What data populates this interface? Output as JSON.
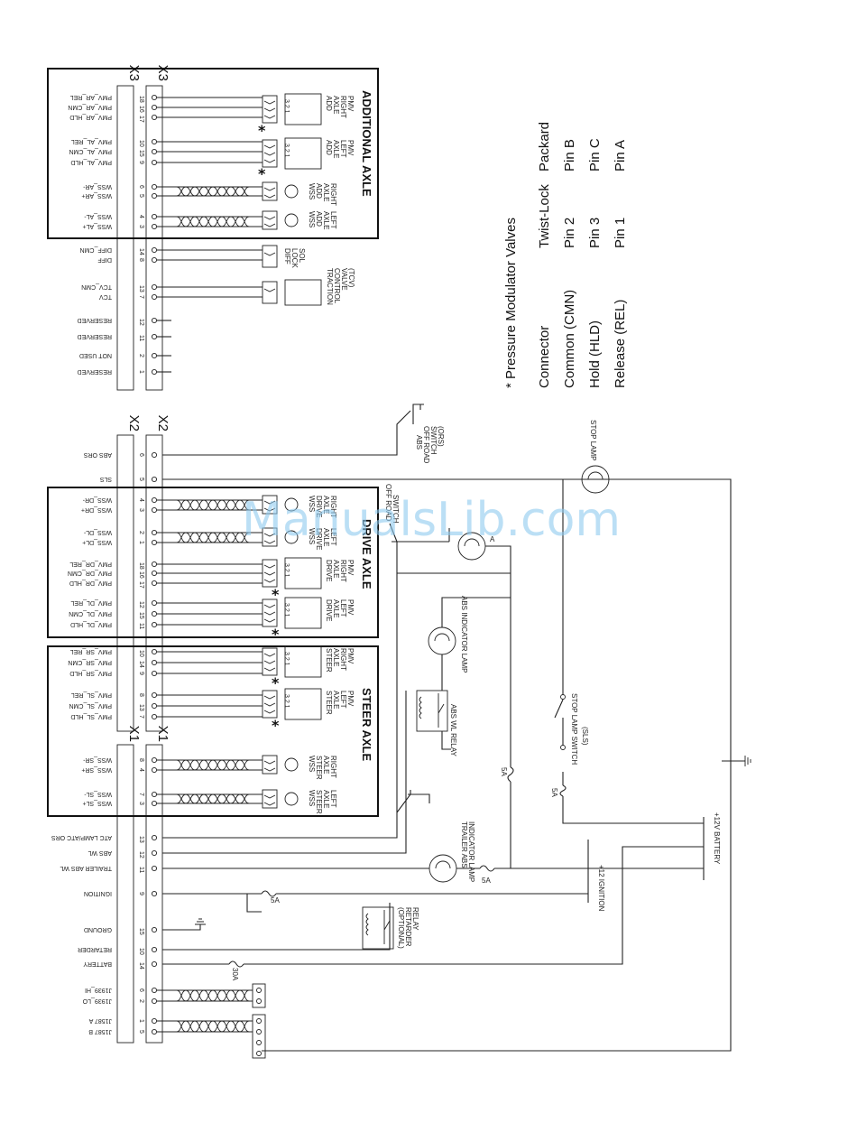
{
  "connectors": {
    "x1": "X1",
    "x2": "X2",
    "x3": "X3"
  },
  "groups": {
    "additional_axle": "ADDITIONAL AXLE",
    "drive_axle": "DRIVE AXLE",
    "steer_axle": "STEER AXLE"
  },
  "legend": {
    "title": "* Pressure Modulator Valves",
    "headers": [
      "Connector",
      "Twist-Lock",
      "Packard"
    ],
    "rows": [
      [
        "Common (CMN)",
        "Pin 2",
        "Pin B"
      ],
      [
        "Hold (HLD)",
        "Pin 3",
        "Pin C"
      ],
      [
        "Release (REL)",
        "Pin 1",
        "Pin A"
      ]
    ]
  },
  "signals": [
    {
      "label": "PMV_AR_REL",
      "pins": "18"
    },
    {
      "label": "PMV_AR_CMN",
      "pins": "16"
    },
    {
      "label": "PMV_AR_HLD",
      "pins": "17"
    },
    {
      "label": "PMV_AL_REL",
      "pins": "10"
    },
    {
      "label": "PMV_AL_CMN",
      "pins": "15"
    },
    {
      "label": "PMV_AL_HLD",
      "pins": "9"
    },
    {
      "label": "WSS_AR-",
      "pins": "6"
    },
    {
      "label": "WSS_AR+",
      "pins": "5"
    },
    {
      "label": "WSS_AL-",
      "pins": "4"
    },
    {
      "label": "WSS_AL+",
      "pins": "3"
    },
    {
      "label": "DIFF_CMN",
      "pins": "14"
    },
    {
      "label": "DIFF",
      "pins": "8"
    },
    {
      "label": "TCV_CMN",
      "pins": "13"
    },
    {
      "label": "TCV",
      "pins": "7"
    },
    {
      "label": "RESERVED",
      "pins": "12"
    },
    {
      "label": "RESERVED",
      "pins": "11"
    },
    {
      "label": "NOT USED",
      "pins": "2"
    },
    {
      "label": "RESERVED",
      "pins": "1"
    },
    {
      "label": "ABS ORS",
      "pins": "6"
    },
    {
      "label": "SLS",
      "pins": "5"
    },
    {
      "label": "WSS_DR-",
      "pins": "4"
    },
    {
      "label": "WSS_DR+",
      "pins": "3"
    },
    {
      "label": "WSS_DL-",
      "pins": "2"
    },
    {
      "label": "WSS_DL+",
      "pins": "1"
    },
    {
      "label": "PMV_DR_REL",
      "pins": "18"
    },
    {
      "label": "PMV_DR_CMN",
      "pins": "16"
    },
    {
      "label": "PMV_DR_HLD",
      "pins": "17"
    },
    {
      "label": "PMV_DL_REL",
      "pins": "12"
    },
    {
      "label": "PMV_DL_CMN",
      "pins": "15"
    },
    {
      "label": "PMV_DL_HLD",
      "pins": "11"
    },
    {
      "label": "PMV_SR_REL",
      "pins": "10"
    },
    {
      "label": "PMV_SR_CMN",
      "pins": "14"
    },
    {
      "label": "PMV_SR_HLD",
      "pins": "9"
    },
    {
      "label": "PMV_SL_REL",
      "pins": "8"
    },
    {
      "label": "PMV_SL_CMN",
      "pins": "13"
    },
    {
      "label": "PMV_SL_HLD",
      "pins": "7"
    },
    {
      "label": "WSS_SR-",
      "pins": "8"
    },
    {
      "label": "WSS_SR+",
      "pins": "4"
    },
    {
      "label": "WSS_SL-",
      "pins": "7"
    },
    {
      "label": "WSS_SL+",
      "pins": "3"
    },
    {
      "label": "ATC LAMP/ATC ORS",
      "pins": "13"
    },
    {
      "label": "ABS WL",
      "pins": "12"
    },
    {
      "label": "TRAILER ABS WL",
      "pins": "11"
    },
    {
      "label": "IGNITION",
      "pins": "9"
    },
    {
      "label": "GROUND",
      "pins": "15"
    },
    {
      "label": "RETARDER",
      "pins": "10"
    },
    {
      "label": "BATTERY",
      "pins": "14"
    },
    {
      "label": "J1939_HI",
      "pins": "6"
    },
    {
      "label": "J1939_LO",
      "pins": "2"
    },
    {
      "label": "J1587 A",
      "pins": "1"
    },
    {
      "label": "J1587 B",
      "pins": "5"
    }
  ],
  "devices": {
    "pmv_add_right": [
      "ADD",
      "AXLE",
      "RIGHT",
      "PMV"
    ],
    "pmv_add_left": [
      "ADD",
      "AXLE",
      "LEFT",
      "PMV"
    ],
    "wss_add_right": [
      "WSS",
      "ADD",
      "AXLE",
      "RIGHT"
    ],
    "wss_add_left": [
      "WSS",
      "ADD",
      "AXLE",
      "LEFT"
    ],
    "diff_lock": [
      "DIFF",
      "LOCK",
      "SOL"
    ],
    "tcv": [
      "TRACTION",
      "CONTROL",
      "VALVE",
      "(TCV)"
    ],
    "abs_ors": [
      "ABS",
      "OFF ROAD",
      "SWITCH",
      "(ORS)"
    ],
    "wss_drive_right": [
      "WSS",
      "DRIVE",
      "AXLE",
      "RIGHT"
    ],
    "wss_drive_left": [
      "WSS",
      "DRIVE",
      "AXLE",
      "LEFT"
    ],
    "pmv_drive_right": [
      "DRIVE",
      "AXLE",
      "RIGHT",
      "PMV"
    ],
    "pmv_drive_left": [
      "DRIVE",
      "AXLE",
      "LEFT",
      "PMV"
    ],
    "pmv_steer_right": [
      "STEER",
      "AXLE",
      "RIGHT",
      "PMV"
    ],
    "pmv_steer_left": [
      "STEER",
      "AXLE",
      "LEFT",
      "PMV"
    ],
    "wss_steer_right": [
      "WSS",
      "STEER",
      "AXLE",
      "RIGHT"
    ],
    "wss_steer_left": [
      "WSS",
      "STEER",
      "AXLE",
      "LEFT"
    ],
    "atc_off_road_switch": [
      "OFF ROAD",
      "SWITCH"
    ],
    "abs_indicator_lamp": "ABS INDICATOR LAMP",
    "abs_wl_relay": "ABS WL RELAY",
    "stop_lamp": "STOP LAMP",
    "stop_lamp_switch": [
      "STOP LAMP SWITCH",
      "(SLS)"
    ],
    "trailer_abs_lamp": [
      "TRAILER ABS",
      "INDICATOR LAMP"
    ],
    "retarder_relay": [
      "(OPTIONAL)",
      "RETARDER",
      "RELAY"
    ],
    "ignition": "+12 IGNITION",
    "battery": "+12V BATTERY"
  },
  "fuses": {
    "f_5a_1": "5A",
    "f_5a_2": "5A",
    "f_5a_3": "5A",
    "f_5a_4": "5A",
    "f_30a": "30A"
  },
  "misc": {
    "pmv_pin_numbers": "3 2 1",
    "pmv_marker": "*",
    "lamp_a_label": "A"
  },
  "watermark": "ManualsLib.com"
}
